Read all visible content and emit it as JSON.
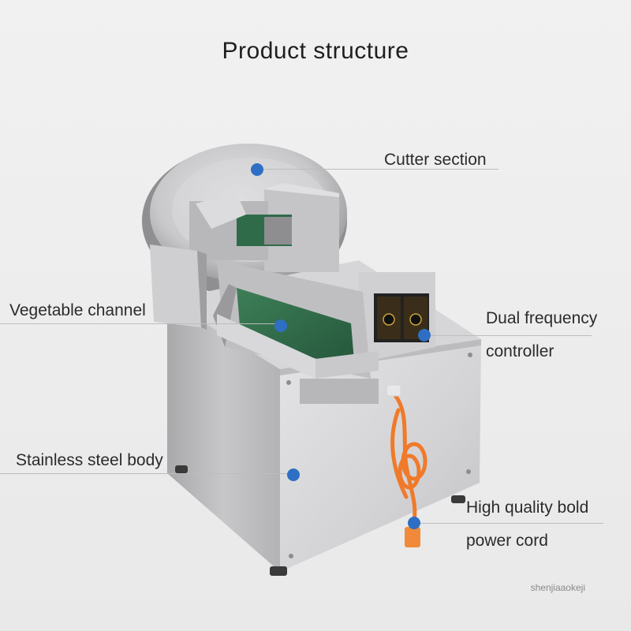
{
  "title": "Product structure",
  "labels": {
    "cutter_section": "Cutter section",
    "vegetable_channel": "Vegetable channel",
    "dual_frequency_line1": "Dual frequency",
    "dual_frequency_line2": "controller",
    "stainless_body": "Stainless steel body",
    "power_cord_line1": "High quality bold",
    "power_cord_line2": "power cord"
  },
  "watermark": "shenjiaaokeji",
  "colors": {
    "marker": "#2e6fc4",
    "belt": "#2f6b48",
    "cord": "#f07a2a",
    "steel": "#c9c9c9"
  }
}
